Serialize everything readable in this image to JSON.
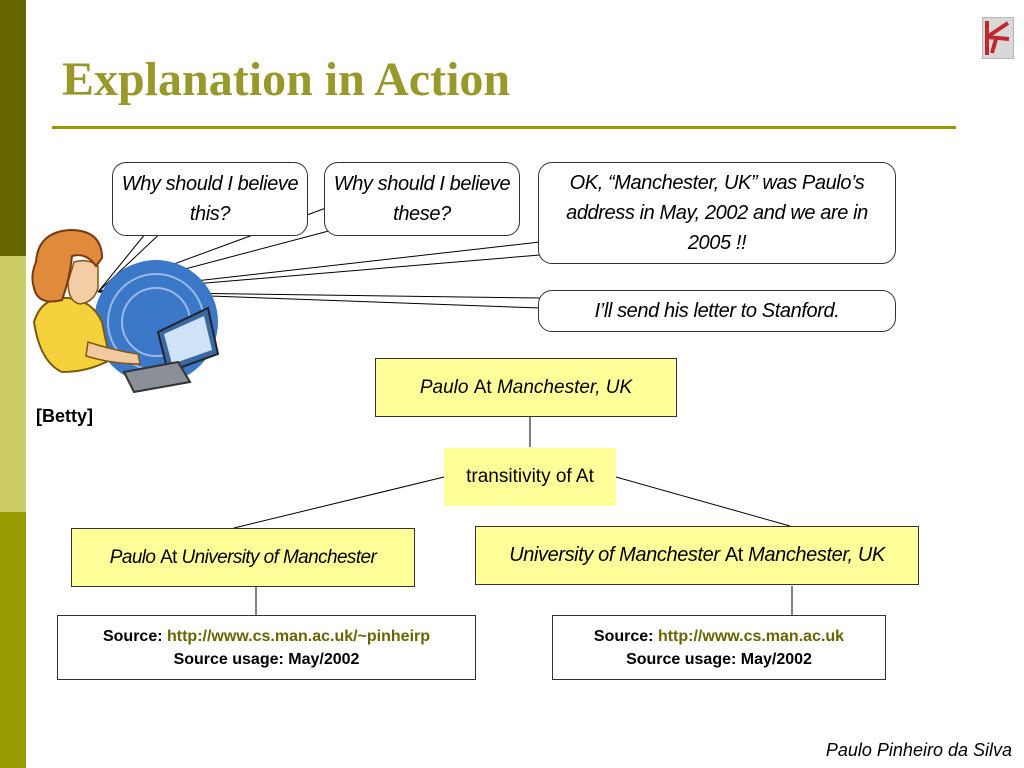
{
  "slide": {
    "title": "Explanation in Action",
    "author": "Paulo Pinheiro da Silva",
    "betty_label": "[Betty]"
  },
  "bubbles": {
    "b1": "Why should I believe this?",
    "b2": "Why should I believe these?",
    "b3": "OK,  “Manchester, UK” was Paulo’s address in May, 2002 and we are in 2005 !!",
    "b4": "I’ll send his letter to Stanford."
  },
  "tree": {
    "top": {
      "subject": "Paulo",
      "predicate": "At",
      "object": "Manchester, UK"
    },
    "rule": "transitivity of At",
    "left": {
      "subject": "Paulo",
      "predicate": "At",
      "object": "University of Manchester"
    },
    "right": {
      "subject": "University of Manchester",
      "predicate": "At",
      "object": "Manchester, UK"
    }
  },
  "sources": {
    "left": {
      "label": "Source:",
      "url": "http://www.cs.man.ac.uk/~pinheirp",
      "usage": "Source usage: May/2002"
    },
    "right": {
      "label": "Source:",
      "url": "http://www.cs.man.ac.uk",
      "usage": "Source usage: May/2002"
    }
  },
  "colors": {
    "title": "#99992B",
    "rule": "#999900",
    "node_fill": "#FFFF99",
    "url": "#666600",
    "sidebar": [
      "#666600",
      "#CCCC66",
      "#999900"
    ]
  },
  "icons": {
    "logo": "university-logo-icon",
    "betty": "woman-at-laptop-illustration"
  }
}
